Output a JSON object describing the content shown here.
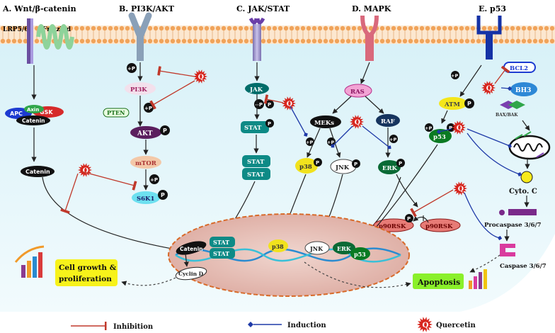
{
  "panels": {
    "a": "A. Wnt/β-catenin",
    "b": "B. PI3K/AKT",
    "c": "C. JAK/STAT",
    "d": "D. MAPK",
    "e": "E. p53"
  },
  "receptors": {
    "lrp": "LRP5/6",
    "frizzled": "Frizzled"
  },
  "wnt": {
    "apc": "APC",
    "axin": "Axin",
    "gsk": "GSK",
    "catenin_complex": "Catenin",
    "catenin": "Catenin"
  },
  "pi3k": {
    "p1": "+P",
    "pi3k": "PI3K",
    "pten": "PTEN",
    "p2": "+P",
    "akt": "AKT",
    "mtor": "mTOR",
    "p3": "+P",
    "s6k1": "S6K1"
  },
  "jak": {
    "jak": "JAK",
    "p1": "+P",
    "stat1": "STAT",
    "stat_a": "STAT",
    "stat_b": "STAT"
  },
  "mapk": {
    "ras": "RAS",
    "meks": "MEKs",
    "raf": "RAF",
    "p_left": "+P",
    "p_mid": "+P",
    "p_right": "+P",
    "p38": "p38",
    "jnk": "JNK",
    "erk": "ERK",
    "p90a": "p90RSK",
    "p90b": "p90RSK"
  },
  "p53p": {
    "p1": "+P",
    "atm": "ATM",
    "p2": "+P",
    "p53": "p53",
    "bcl2": "BCL2",
    "bh3": "BH3",
    "baxbak": "BAX/BAK",
    "cytoc": "Cyto. C",
    "procaspase": "Procaspase 3/6/7",
    "caspase": "Caspase 3/6/7"
  },
  "marks": {
    "p": "P",
    "q": "Q"
  },
  "nucleus": {
    "catenin": "Catenin",
    "stat1": "STAT",
    "stat2": "STAT",
    "p38": "p38",
    "jnk": "JNK",
    "erk": "ERK",
    "p53": "p53",
    "cyclin": "Cyclin D"
  },
  "outcomes": {
    "growth1": "Cell growth &",
    "growth2": "proliferation",
    "apoptosis": "Apoptosis"
  },
  "legend": {
    "inhibition": "Inhibition",
    "induction": "Induction",
    "quercetin": "Quercetin"
  },
  "colors": {
    "inhibition": "#c0392b",
    "induction": "#1f3aa8",
    "quercetin": "#d7261e",
    "membrane": "#f1b77a",
    "cytoplasm": "#e8f7fb",
    "nucleus": "#e8c4bc"
  }
}
